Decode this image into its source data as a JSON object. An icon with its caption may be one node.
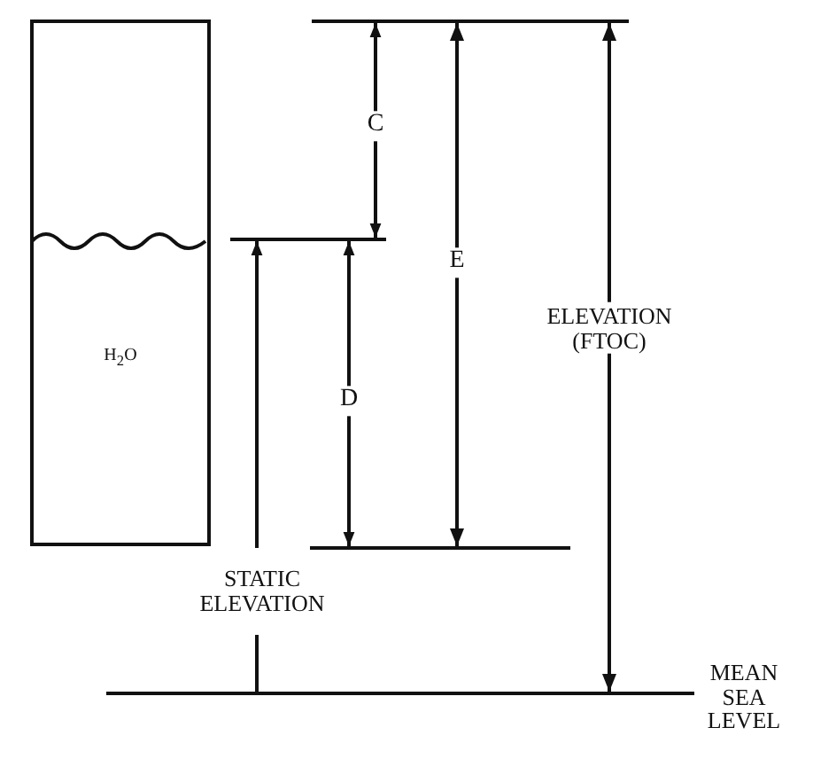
{
  "diagram": {
    "nodes": [
      {
        "text": [
          "H$_{2}$O"
        ]
      }
    ],
    "labels": [
      "C",
      "E",
      "ELEVATION (FTOC)",
      "D",
      "STATIC ELEVATION",
      "MEAN SEA LEVEL"
    ]
  }
}
